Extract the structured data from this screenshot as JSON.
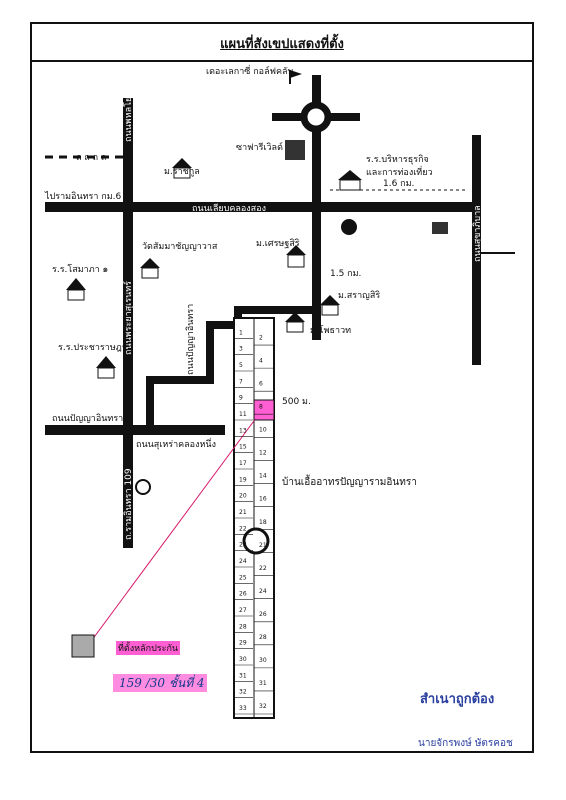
{
  "title": "แผนที่สังเขปแสดงที่ตั้ง",
  "roads": {
    "main_horizontal": "ถนนเลียบคลองสอง",
    "to_ramintra_km6": "ไปรามอินทรา กม.6",
    "road_pahon_left": "ถนนพหลโยธิน",
    "road_left_vertical": "ถนนพระยาสุเรนทร์",
    "road_right_vertical": "ถนนสุขาภิบาล",
    "road_panya_vertical": "ถนนปัญญาอินทรา",
    "road_panya_horizontal": "ถนนปัญญาอินทรา",
    "road_bottom_vertical": "ถ.รามอินทรา 109",
    "road_soi_label": "ถนนสุเหร่าคลองหนึ่ง",
    "upper_left_line": "ถ ถ ถ ถ"
  },
  "places": {
    "golf": "เดอะเลกาซี่ กอล์ฟคลับ",
    "safari": "ซาฟารีเวิลด์",
    "school_right": "ร.ร.บริหารธุรกิจ",
    "school_right_2": "และการท่องเที่ยว",
    "school_ramkul": "ม.ราชกูล",
    "wat": "วัดสัมมาชัญญาวาส",
    "school_samanakan": "ร.ร.โสมาภา ๑",
    "moo_kasem": "ม.เศรษฐสิริ",
    "school_prachaniwet": "ร.ร.ประชาราษฎร์",
    "moo_saransiri": "ม.สราญสิริ",
    "moo_phrakrit": "ม.โพธาวท",
    "village_name": "บ้านเอื้ออาทรปัญญารามอินทรา"
  },
  "distances": {
    "d1": "1.6 กม.",
    "d2": "1.5 กม.",
    "d3": "500 ม."
  },
  "lots": {
    "left": [
      "1",
      "3",
      "5",
      "7",
      "9",
      "11",
      "13",
      "15",
      "17",
      "19",
      "20",
      "21",
      "22",
      "23",
      "24",
      "25",
      "26",
      "27",
      "28",
      "29",
      "30",
      "31",
      "32",
      "33"
    ],
    "right": [
      "2",
      "4",
      "6",
      "8",
      "10",
      "12",
      "14",
      "16",
      "18",
      "21",
      "22",
      "24",
      "26",
      "28",
      "30",
      "31",
      "32"
    ]
  },
  "highlight": {
    "label": "ที่ตั้งหลักประกัน",
    "plot_code": "159 /30 ชั้นที่ 4",
    "highlight_color": "#ff5fd2"
  },
  "stamp": {
    "title": "สำเนาถูกต้อง",
    "signature": "นายจักรพงษ์ ษัตรคอช",
    "ink_color": "#2a3fa0"
  }
}
